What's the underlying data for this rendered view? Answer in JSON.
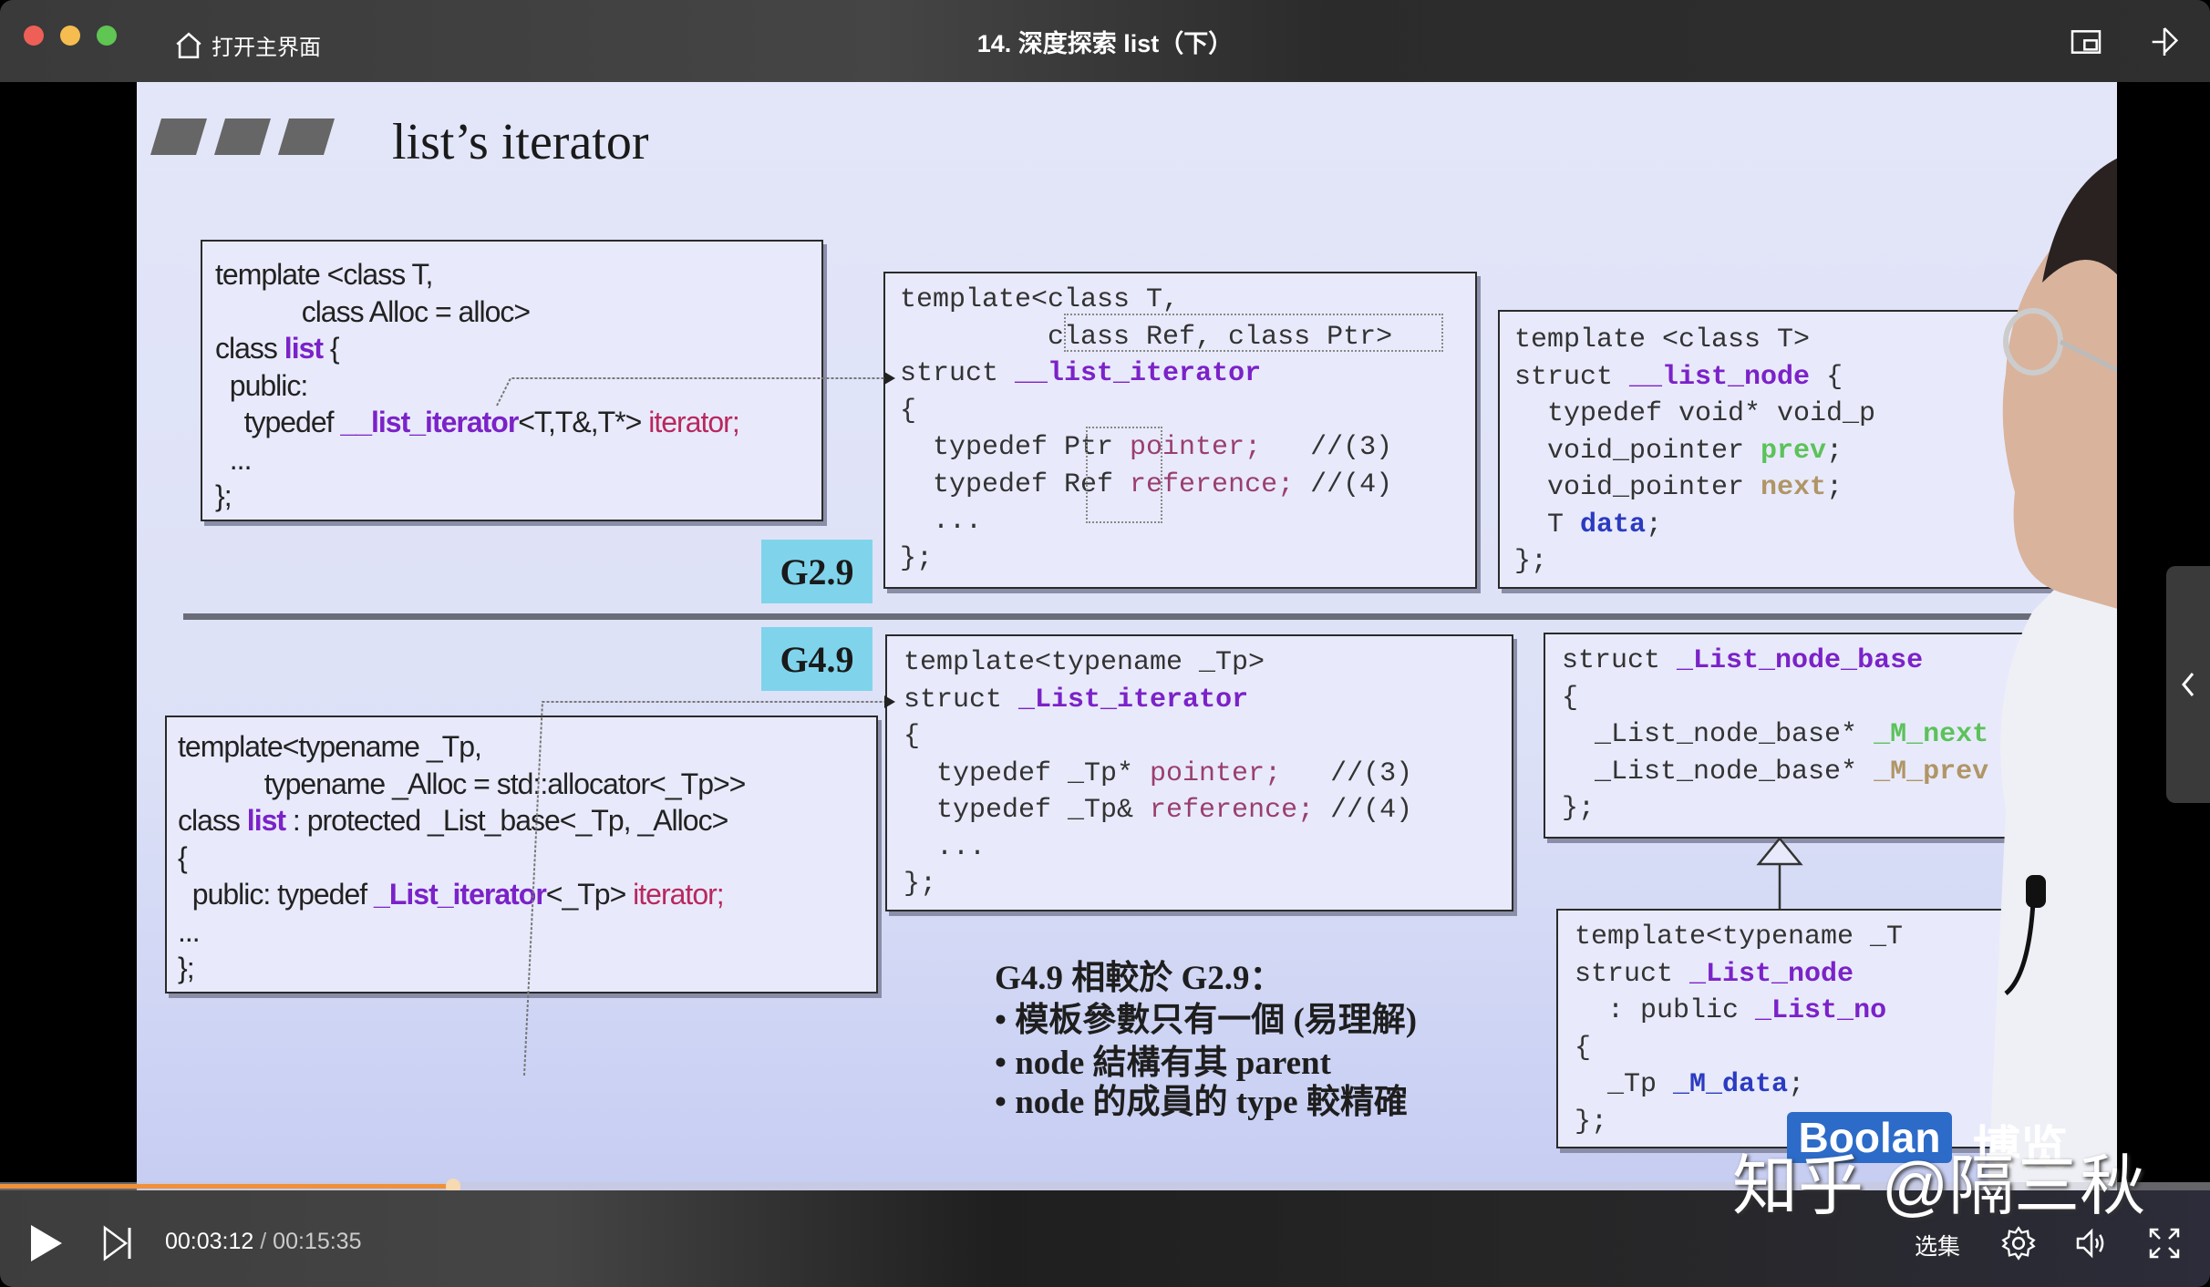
{
  "window": {
    "title": "14. 深度探索 list（下）",
    "home_label": "打开主界面",
    "traffic_colors": [
      "#ee5f57",
      "#f5bd4f",
      "#5fc553"
    ]
  },
  "slide": {
    "title": "list’s iterator",
    "badge_old": "G2.9",
    "badge_new": "G4.9",
    "g29_list": [
      [
        {
          "t": "template <class T,"
        }
      ],
      [
        {
          "t": "            class Alloc = alloc>"
        }
      ],
      [
        {
          "t": "class "
        },
        {
          "t": "list",
          "c": "purple"
        },
        {
          "t": " {"
        }
      ],
      [
        {
          "t": "  public:"
        }
      ],
      [
        {
          "t": "    typedef "
        },
        {
          "t": "__list_iterator",
          "c": "purple"
        },
        {
          "t": "<T,T&,T*> "
        },
        {
          "t": "iterator;",
          "c": "pink"
        }
      ],
      [
        {
          "t": "  ..."
        }
      ],
      [
        {
          "t": "};"
        }
      ]
    ],
    "g29_iterator": [
      [
        {
          "t": "template<class T,"
        }
      ],
      [
        {
          "t": "         class Ref, class Ptr>"
        }
      ],
      [
        {
          "t": "struct "
        },
        {
          "t": "__list_iterator",
          "c": "purple"
        }
      ],
      [
        {
          "t": "{"
        }
      ],
      [
        {
          "t": "  typedef Ptr "
        },
        {
          "t": "pointer;",
          "c": "rose"
        },
        {
          "t": "   //(3)"
        }
      ],
      [
        {
          "t": "  typedef Ref "
        },
        {
          "t": "reference;",
          "c": "rose"
        },
        {
          "t": " //(4)"
        }
      ],
      [
        {
          "t": "  ..."
        }
      ],
      [
        {
          "t": "};"
        }
      ]
    ],
    "g29_node": [
      [
        {
          "t": "template <class T>"
        }
      ],
      [
        {
          "t": "struct "
        },
        {
          "t": "__list_node",
          "c": "purple"
        },
        {
          "t": " {"
        }
      ],
      [
        {
          "t": "  typedef void* void_p"
        }
      ],
      [
        {
          "t": "  void_pointer "
        },
        {
          "t": "prev",
          "c": "green"
        },
        {
          "t": ";"
        }
      ],
      [
        {
          "t": "  void_pointer "
        },
        {
          "t": "next",
          "c": "tan"
        },
        {
          "t": ";"
        }
      ],
      [
        {
          "t": "  T "
        },
        {
          "t": "data",
          "c": "blue"
        },
        {
          "t": ";"
        }
      ],
      [
        {
          "t": "};"
        }
      ]
    ],
    "g49_list": [
      [
        {
          "t": "template<typename _Tp,"
        }
      ],
      [
        {
          "t": "            typename _Alloc = std::allocator<_Tp>>"
        }
      ],
      [
        {
          "t": "class "
        },
        {
          "t": "list",
          "c": "purple"
        },
        {
          "t": " : protected _List_base<_Tp, _Alloc>"
        }
      ],
      [
        {
          "t": "{"
        }
      ],
      [
        {
          "t": "  public: typedef "
        },
        {
          "t": "_List_iterator",
          "c": "purple"
        },
        {
          "t": "<_Tp> "
        },
        {
          "t": "iterator;",
          "c": "pink"
        }
      ],
      [
        {
          "t": "..."
        }
      ],
      [
        {
          "t": "};"
        }
      ]
    ],
    "g49_iterator": [
      [
        {
          "t": "template<typename _Tp>"
        }
      ],
      [
        {
          "t": "struct "
        },
        {
          "t": "_List_iterator",
          "c": "purple"
        }
      ],
      [
        {
          "t": "{"
        }
      ],
      [
        {
          "t": "  typedef _Tp* "
        },
        {
          "t": "pointer;",
          "c": "rose"
        },
        {
          "t": "   //(3)"
        }
      ],
      [
        {
          "t": "  typedef _Tp& "
        },
        {
          "t": "reference;",
          "c": "rose"
        },
        {
          "t": " //(4)"
        }
      ],
      [
        {
          "t": "  ..."
        }
      ],
      [
        {
          "t": "};"
        }
      ]
    ],
    "g49_node_base": [
      [
        {
          "t": "struct "
        },
        {
          "t": "_List_node_base",
          "c": "purple"
        }
      ],
      [
        {
          "t": "{"
        }
      ],
      [
        {
          "t": "  _List_node_base* "
        },
        {
          "t": "_M_next",
          "c": "green"
        }
      ],
      [
        {
          "t": "  _List_node_base* "
        },
        {
          "t": "_M_prev",
          "c": "tan"
        }
      ],
      [
        {
          "t": "};"
        }
      ]
    ],
    "g49_node": [
      [
        {
          "t": "template<typename _T"
        }
      ],
      [
        {
          "t": "struct "
        },
        {
          "t": "_List_node",
          "c": "purple"
        }
      ],
      [
        {
          "t": "  : public "
        },
        {
          "t": "_List_no",
          "c": "purple"
        }
      ],
      [
        {
          "t": "{"
        }
      ],
      [
        {
          "t": "  _Tp "
        },
        {
          "t": "_M_data",
          "c": "blue"
        },
        {
          "t": ";"
        }
      ],
      [
        {
          "t": "};"
        }
      ]
    ],
    "notes": [
      "G4.9 相較於 G2.9：",
      "• 模板參數只有一個 (易理解)",
      "• node 結構有其 parent",
      "• node 的成員的 type 較精確"
    ],
    "logo": {
      "brand": "Boolan",
      "brand_cn": "博览"
    },
    "watermark": "知乎 @隔三秋"
  },
  "player": {
    "current_time": "00:03:12",
    "separator": " / ",
    "duration": "00:15:35",
    "progress_percent": 20.5,
    "episodes_label": "选集",
    "progress_color": "#f0913a",
    "icons": [
      "home-icon",
      "picture-in-picture-icon",
      "pin-icon",
      "play-icon",
      "next-icon",
      "gear-icon",
      "volume-icon",
      "fullscreen-icon",
      "chevron-left-icon"
    ]
  }
}
